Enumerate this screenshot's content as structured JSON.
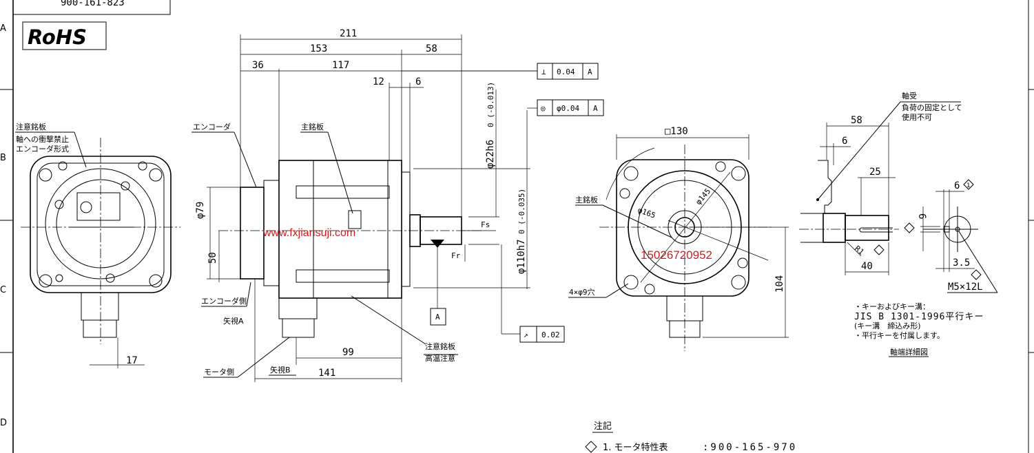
{
  "drawing_number": "900-161-823",
  "zone_letters": [
    "A",
    "B",
    "C",
    "D"
  ],
  "rohs_label": "RoHS",
  "end_view": {
    "caution_plate": "注意銘板",
    "caution_line1": "軸への衝撃禁止",
    "caution_line2": "エンコーダ形式",
    "dim_17": "17"
  },
  "side_view": {
    "encoder": "エンコーダ",
    "encoder_side": "エンコーダ側",
    "view_a": "矢視A",
    "motor_side": "モータ側",
    "view_b": "矢視B",
    "main_plate": "主銘板",
    "caution_plate": "注意銘板",
    "high_temp": "高温注意",
    "dims": {
      "d211": "211",
      "d153": "153",
      "d58": "58",
      "d36": "36",
      "d117": "117",
      "d12": "12",
      "d6": "6",
      "phi79": "φ79",
      "d50": "50",
      "d99": "99",
      "d141": "141"
    },
    "shaft_dia": "φ22h6",
    "shaft_tol": "0 (-0.013)",
    "spigot_dia": "φ110h7",
    "spigot_tol": "0 (-0.035)",
    "force_fs": "Fs",
    "force_fr": "Fr",
    "datum": "A",
    "gdt_perp": {
      "symbol": "⊥",
      "value": "0.04",
      "datum": "A"
    },
    "gdt_conc": {
      "symbol": "◎",
      "value": "φ0.04",
      "datum": "A"
    },
    "gdt_runout": {
      "symbol": "↗",
      "value": "0.02"
    }
  },
  "front_view": {
    "square": "□130",
    "phi145": "φ145",
    "phi165": "φ165",
    "main_plate": "主銘板",
    "holes": "4×φ9穴",
    "d104": "104"
  },
  "watermark": {
    "url": "www.fxjiansuji.com",
    "phone": "15026720952",
    "color": "#d31b1b"
  },
  "detail": {
    "bearing": "軸受",
    "bearing_note1": "負荷の固定として",
    "bearing_note2": "使用不可",
    "d58": "58",
    "d6": "6",
    "d25": "25",
    "r1": "R1",
    "d40": "40",
    "key_w": "6",
    "key_h": "6",
    "d35": "3.5",
    "tap": "M5×12L",
    "note1": "・キーおよびキー溝：",
    "note2": "JIS B 1301-1996平行キー",
    "note3": "(キー溝　締込み形)",
    "note4": "・平行キーを付属します。",
    "title": "軸端詳細図",
    "rev_mark": "1"
  },
  "notes": {
    "heading": "注記",
    "item1_label": "1. モータ特性表",
    "item1_value": ":900-165-970"
  }
}
